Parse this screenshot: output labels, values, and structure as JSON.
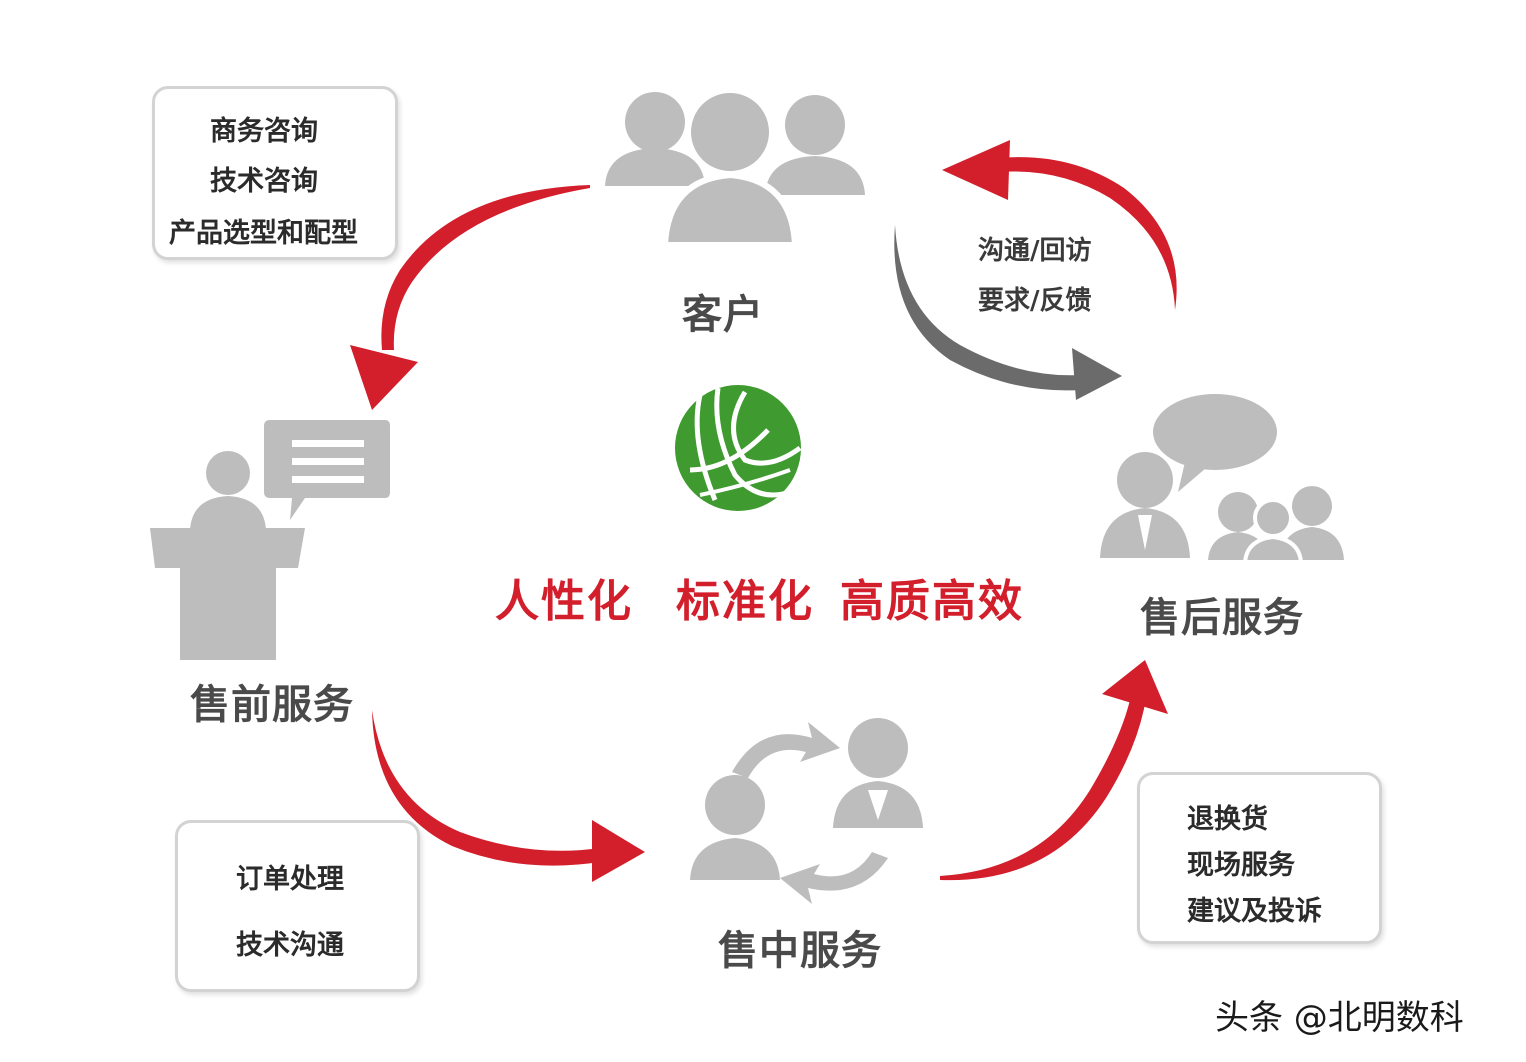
{
  "nodes": {
    "customer": "客户",
    "pre_sales": "售前服务",
    "in_sales": "售中服务",
    "after_sales": "售后服务"
  },
  "boxes": {
    "pre_sales_items": [
      "商务咨询",
      "技术咨询",
      "产品选型和配型"
    ],
    "in_sales_items": [
      "订单处理",
      "技术沟通"
    ],
    "after_sales_items": [
      "退换货",
      "现场服务",
      "建议及投诉"
    ]
  },
  "feedback_notes": [
    "沟通/回访",
    "要求/反馈"
  ],
  "slogans": [
    "人性化",
    "标准化",
    "高质高效"
  ],
  "watermark": "头条 @北明数科",
  "colors": {
    "arrow_red": "#d21f2b",
    "arrow_gray": "#6b6b6b",
    "icon_gray": "#bdbdbd",
    "logo_green": "#3f9a2f",
    "box_border": "#d3d3d3"
  }
}
